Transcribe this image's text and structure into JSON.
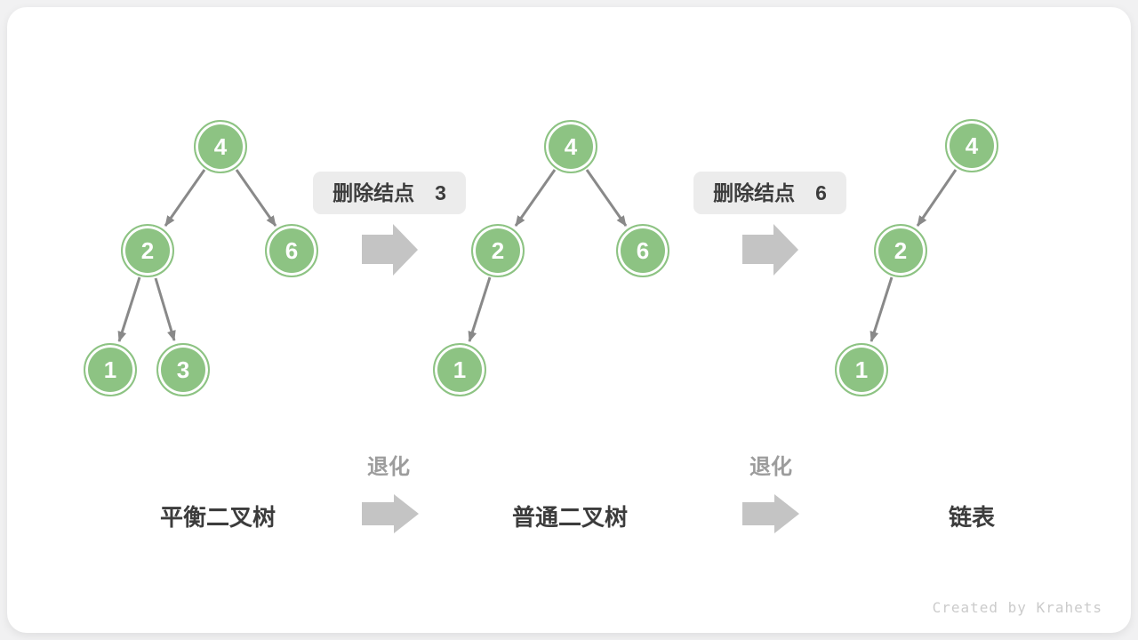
{
  "trees": [
    {
      "caption": "平衡二叉树",
      "nodes": [
        "4",
        "2",
        "6",
        "1",
        "3"
      ],
      "edges": [
        [
          "4",
          "2"
        ],
        [
          "4",
          "6"
        ],
        [
          "2",
          "1"
        ],
        [
          "2",
          "3"
        ]
      ]
    },
    {
      "caption": "普通二叉树",
      "nodes": [
        "4",
        "2",
        "6",
        "1"
      ],
      "edges": [
        [
          "4",
          "2"
        ],
        [
          "4",
          "6"
        ],
        [
          "2",
          "1"
        ]
      ]
    },
    {
      "caption": "链表",
      "nodes": [
        "4",
        "2",
        "1"
      ],
      "edges": [
        [
          "4",
          "2"
        ],
        [
          "2",
          "1"
        ]
      ]
    }
  ],
  "step_labels": [
    "删除结点　3",
    "删除结点　6"
  ],
  "degrade_label": "退化",
  "watermark": "Created by Krahets",
  "colors": {
    "node_fill": "#8DC383",
    "node_text": "#FFFFFF",
    "edge": "#898989",
    "transition_arrow": "#C4C4C4",
    "step_label_bg": "#ECECEC",
    "text_dark": "#3C3C3C",
    "degrade_text": "#9C9C9C",
    "watermark_text": "#CBCBCB"
  }
}
